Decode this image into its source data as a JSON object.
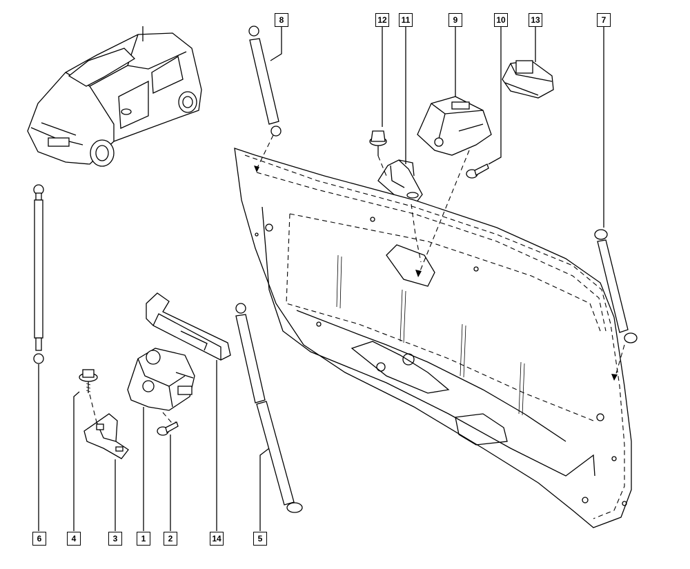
{
  "diagram": {
    "callouts": [
      {
        "id": "c6",
        "label": "6"
      },
      {
        "id": "c4",
        "label": "4"
      },
      {
        "id": "c3",
        "label": "3"
      },
      {
        "id": "c1",
        "label": "1"
      },
      {
        "id": "c2",
        "label": "2"
      },
      {
        "id": "c14",
        "label": "14"
      },
      {
        "id": "c5",
        "label": "5"
      },
      {
        "id": "c8",
        "label": "8"
      },
      {
        "id": "c12",
        "label": "12"
      },
      {
        "id": "c11",
        "label": "11"
      },
      {
        "id": "c9",
        "label": "9"
      },
      {
        "id": "c10",
        "label": "10"
      },
      {
        "id": "c13",
        "label": "13"
      },
      {
        "id": "c7",
        "label": "7"
      }
    ]
  }
}
